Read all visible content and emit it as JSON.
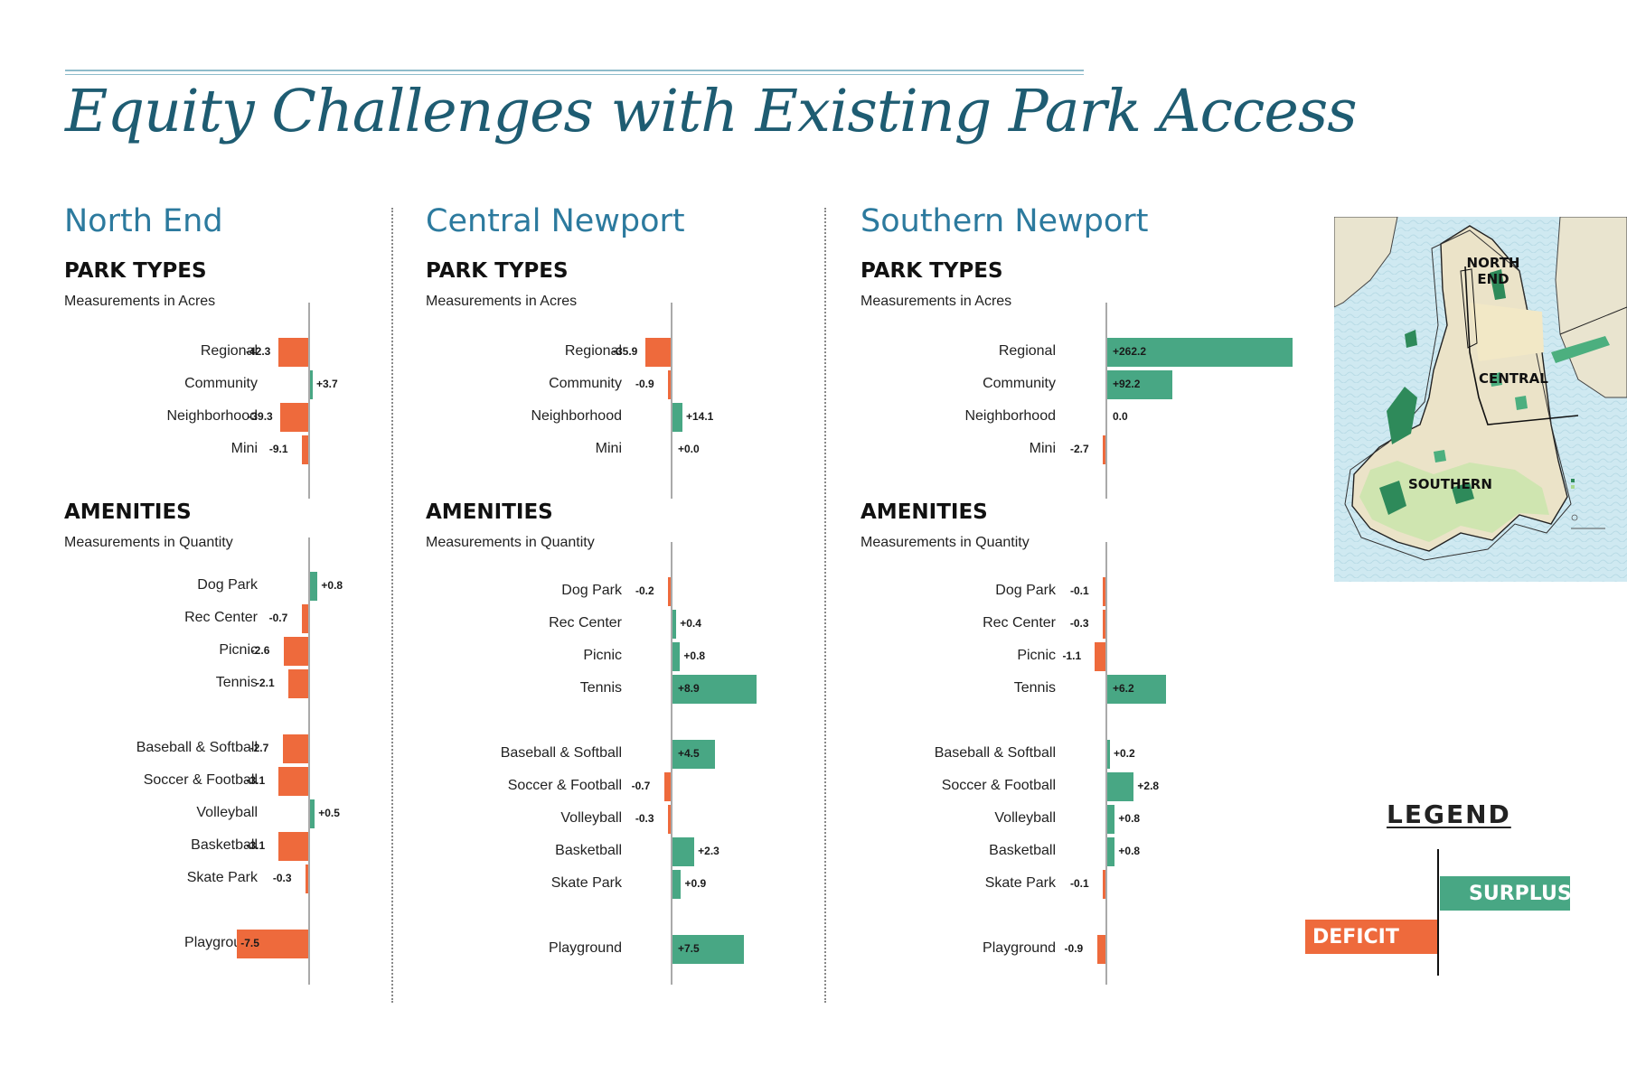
{
  "title": "Equity Challenges with Existing Park Access",
  "colors": {
    "deficit": "#ee6a3c",
    "surplus": "#48a784",
    "title": "#1e5c72",
    "region": "#2c7a9e"
  },
  "sections": {
    "park_types": "PARK TYPES",
    "park_units": "Measurements in Acres",
    "amenities": "AMENITIES",
    "amenity_units": "Measurements in Quantity"
  },
  "chart_data": [
    {
      "type": "bar",
      "region": "North End",
      "section": "PARK TYPES",
      "units": "Measurements in Acres",
      "categories": [
        "Regional",
        "Community",
        "Neighborhood",
        "Mini"
      ],
      "values": [
        -42.3,
        3.7,
        -39.3,
        -9.1
      ],
      "labels": [
        "-42.3",
        "+3.7",
        "-39.3",
        "-9.1"
      ]
    },
    {
      "type": "bar",
      "region": "Central Newport",
      "section": "PARK TYPES",
      "units": "Measurements in Acres",
      "categories": [
        "Regional",
        "Community",
        "Neighborhood",
        "Mini"
      ],
      "values": [
        -35.9,
        -0.9,
        14.1,
        0.0
      ],
      "labels": [
        "-35.9",
        "-0.9",
        "+14.1",
        "+0.0"
      ]
    },
    {
      "type": "bar",
      "region": "Southern Newport",
      "section": "PARK TYPES",
      "units": "Measurements in Acres",
      "categories": [
        "Regional",
        "Community",
        "Neighborhood",
        "Mini"
      ],
      "values": [
        262.2,
        92.2,
        0.0,
        -2.7
      ],
      "labels": [
        "+262.2",
        "+92.2",
        "0.0",
        "-2.7"
      ]
    },
    {
      "type": "bar",
      "region": "North End",
      "section": "AMENITIES",
      "units": "Measurements in Quantity",
      "categories": [
        "Dog Park",
        "Rec Center",
        "Picnic",
        "Tennis",
        "Baseball & Softball",
        "Soccer & Football",
        "Volleyball",
        "Basketball",
        "Skate Park",
        "Playground"
      ],
      "values": [
        0.8,
        -0.7,
        -2.6,
        -2.1,
        -2.7,
        -3.1,
        0.5,
        -3.1,
        -0.3,
        -7.5
      ],
      "labels": [
        "+0.8",
        "-0.7",
        "-2.6",
        "-2.1",
        "-2.7",
        "-3.1",
        "+0.5",
        "-3.1",
        "-0.3",
        "-7.5"
      ]
    },
    {
      "type": "bar",
      "region": "Central Newport",
      "section": "AMENITIES",
      "units": "Measurements in Quantity",
      "categories": [
        "Dog Park",
        "Rec Center",
        "Picnic",
        "Tennis",
        "Baseball & Softball",
        "Soccer & Football",
        "Volleyball",
        "Basketball",
        "Skate Park",
        "Playground"
      ],
      "values": [
        -0.2,
        0.4,
        0.8,
        8.9,
        4.5,
        -0.7,
        -0.3,
        2.3,
        0.9,
        7.5
      ],
      "labels": [
        "-0.2",
        "+0.4",
        "+0.8",
        "+8.9",
        "+4.5",
        "-0.7",
        "-0.3",
        "+2.3",
        "+0.9",
        "+7.5"
      ]
    },
    {
      "type": "bar",
      "region": "Southern Newport",
      "section": "AMENITIES",
      "units": "Measurements in Quantity",
      "categories": [
        "Dog Park",
        "Rec Center",
        "Picnic",
        "Tennis",
        "Baseball & Softball",
        "Soccer & Football",
        "Volleyball",
        "Basketball",
        "Skate Park",
        "Playground"
      ],
      "values": [
        -0.1,
        -0.3,
        -1.1,
        6.2,
        0.2,
        2.8,
        0.8,
        0.8,
        -0.1,
        -0.9
      ],
      "labels": [
        "-0.1",
        "-0.3",
        "-1.1",
        "+6.2",
        "+0.2",
        "+2.8",
        "+0.8",
        "+0.8",
        "-0.1",
        "-0.9"
      ]
    }
  ],
  "map": {
    "labels": {
      "north": "NORTH END",
      "central": "CENTRAL",
      "southern": "SOUTHERN"
    }
  },
  "legend": {
    "title": "LEGEND",
    "surplus": "SURPLUS",
    "deficit": "DEFICIT"
  }
}
